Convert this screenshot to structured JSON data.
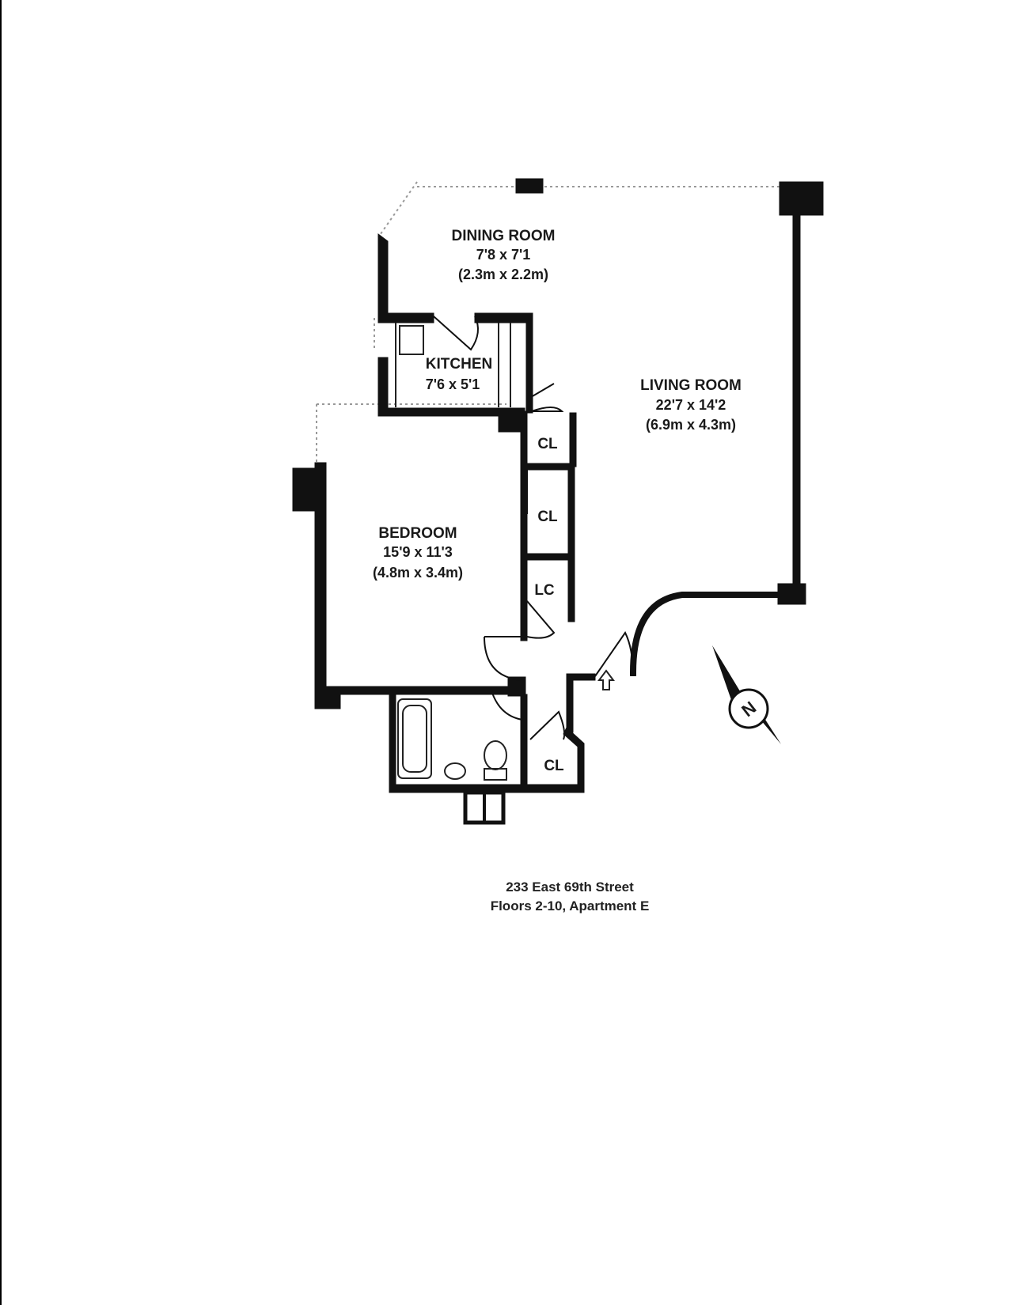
{
  "rooms": {
    "dining": {
      "name": "DINING ROOM",
      "dim_ft": "7'8 x 7'1",
      "dim_m": "(2.3m x 2.2m)"
    },
    "kitchen": {
      "name": "KITCHEN",
      "dim_ft": "7'6 x 5'1"
    },
    "living": {
      "name": "LIVING ROOM",
      "dim_ft": "22'7 x 14'2",
      "dim_m": "(6.9m x 4.3m)"
    },
    "bedroom": {
      "name": "BEDROOM",
      "dim_ft": "15'9 x 11'3",
      "dim_m": "(4.8m x 3.4m)"
    }
  },
  "closets": {
    "cl1": "CL",
    "cl2": "CL",
    "lc": "LC",
    "cl3": "CL"
  },
  "compass": {
    "letter": "N"
  },
  "caption": {
    "line1": "233 East 69th Street",
    "line2": "Floors 2-10, Apartment E"
  },
  "colors": {
    "wall": "#111111",
    "ink": "#1a1a1a"
  }
}
